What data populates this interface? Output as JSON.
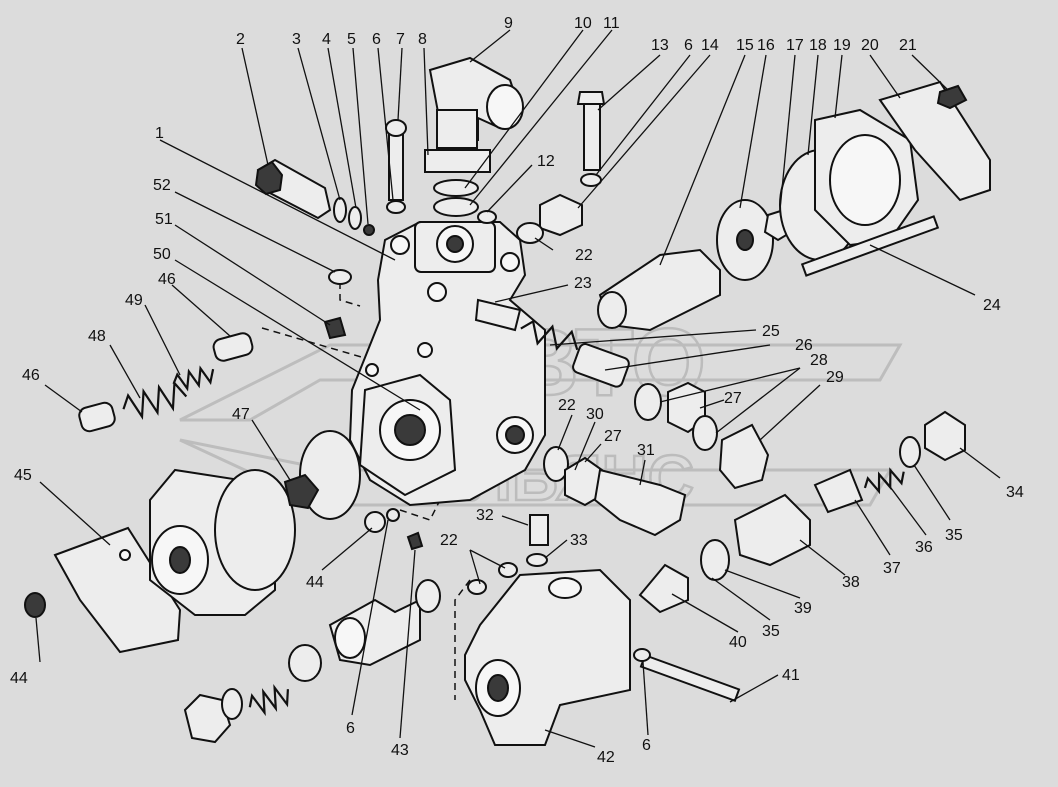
{
  "watermark": {
    "line1": "АВТО",
    "line2": "АЛЬЯНС"
  },
  "callouts": {
    "c1": "1",
    "c2": "2",
    "c3": "3",
    "c4": "4",
    "c5": "5",
    "c6a": "6",
    "c7": "7",
    "c8": "8",
    "c9": "9",
    "c10": "10",
    "c11": "11",
    "c13": "13",
    "c6b": "6",
    "c14": "14",
    "c15": "15",
    "c16": "16",
    "c17": "17",
    "c18": "18",
    "c19": "19",
    "c20": "20",
    "c21": "21",
    "c52": "52",
    "c12": "12",
    "c51": "51",
    "c22a": "22",
    "c50": "50",
    "c23": "23",
    "c49": "49",
    "c46a": "46",
    "c24": "24",
    "c48": "48",
    "c25": "25",
    "c26": "26",
    "c28": "28",
    "c46b": "46",
    "c29": "29",
    "c27a": "27",
    "c47": "47",
    "c22b": "22",
    "c30": "30",
    "c27b": "27",
    "c31": "31",
    "c45": "45",
    "c34": "34",
    "c32": "32",
    "c33": "33",
    "c44a": "44",
    "c22c": "22",
    "c35a": "35",
    "c36": "36",
    "c37": "37",
    "c38": "38",
    "c39": "39",
    "c35b": "35",
    "c40": "40",
    "c44b": "44",
    "c41": "41",
    "c6c": "6",
    "c43": "43",
    "c42": "42",
    "c6d": "6"
  }
}
